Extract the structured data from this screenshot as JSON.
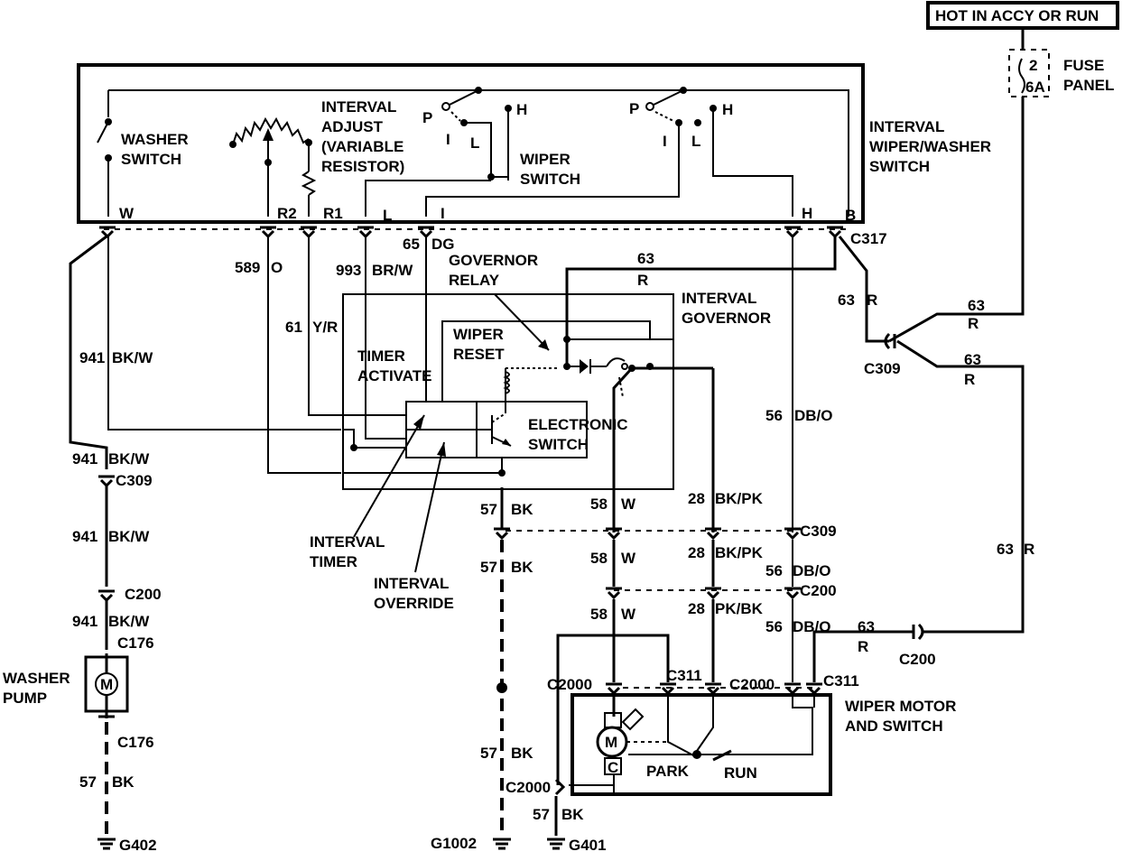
{
  "header": {
    "power_label": "HOT IN ACCY OR RUN"
  },
  "fuse": {
    "number": "2",
    "rating": "6A",
    "panel_label_1": "FUSE",
    "panel_label_2": "PANEL"
  },
  "switch_block": {
    "title_1": "INTERVAL",
    "title_2": "WIPER/WASHER",
    "title_3": "SWITCH",
    "washer_switch_1": "WASHER",
    "washer_switch_2": "SWITCH",
    "interval_adjust_1": "INTERVAL",
    "interval_adjust_2": "ADJUST",
    "interval_adjust_3": "(VARIABLE",
    "interval_adjust_4": "RESISTOR)",
    "wiper_switch_1": "WIPER",
    "wiper_switch_2": "SWITCH",
    "positions": {
      "p": "P",
      "i": "I",
      "l": "L",
      "h": "H"
    },
    "terminals": {
      "w": "W",
      "r2": "R2",
      "r1": "R1",
      "l": "L",
      "i": "I",
      "h": "H",
      "b": "B"
    },
    "connector": "C317"
  },
  "governor": {
    "title_1": "INTERVAL",
    "title_2": "GOVERNOR",
    "relay_1": "GOVERNOR",
    "relay_2": "RELAY",
    "wiper_reset_1": "WIPER",
    "wiper_reset_2": "RESET",
    "timer_activate_1": "TIMER",
    "timer_activate_2": "ACTIVATE",
    "electronic_switch_1": "ELECTRONIC",
    "electronic_switch_2": "SWITCH",
    "interval_timer_1": "INTERVAL",
    "interval_timer_2": "TIMER",
    "interval_override_1": "INTERVAL",
    "interval_override_2": "OVERRIDE"
  },
  "wires": {
    "w589": "589",
    "w589_color": "O",
    "w993": "993",
    "w993_color": "BR/W",
    "w65": "65",
    "w65_color": "DG",
    "w61": "61",
    "w61_color": "Y/R",
    "w941": "941",
    "w941_color": "BK/W",
    "w63": "63",
    "w63_color": "R",
    "w56": "56",
    "w56_color": "DB/O",
    "w57": "57",
    "w57_color": "BK",
    "w58": "58",
    "w58_color": "W",
    "w28": "28",
    "w28_color": "BK/PK",
    "w28b_color": "PK/BK"
  },
  "connectors": {
    "c309": "C309",
    "c200": "C200",
    "c176": "C176",
    "c2000": "C2000",
    "c311": "C311"
  },
  "grounds": {
    "g402": "G402",
    "g1002": "G1002",
    "g401": "G401"
  },
  "washer_pump": {
    "label_1": "WASHER",
    "label_2": "PUMP",
    "motor": "M"
  },
  "wiper_motor": {
    "label_1": "WIPER MOTOR",
    "label_2": "AND SWITCH",
    "motor": "M",
    "case": "C",
    "park": "PARK",
    "run": "RUN"
  }
}
